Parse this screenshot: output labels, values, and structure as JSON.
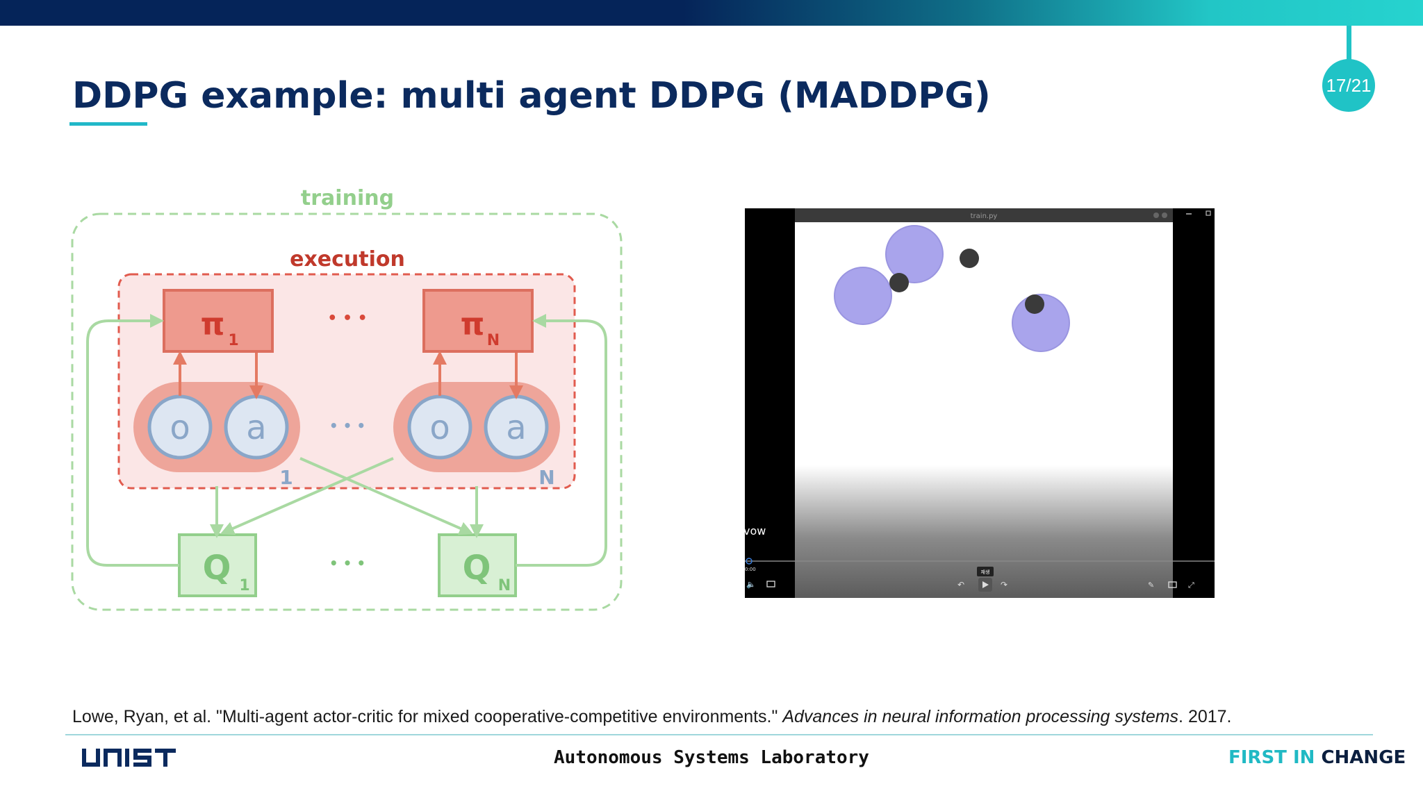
{
  "header": {
    "title": "DDPG example: multi agent DDPG (MADDPG)",
    "page_number": "17/21"
  },
  "diagram": {
    "training_label": "training",
    "execution_label": "execution",
    "policy_symbol": "π",
    "policy_1_sub": "1",
    "policy_n_sub": "N",
    "dots": "• • •",
    "obs_label": "o",
    "act_label": "a",
    "agent_1_index": "1",
    "agent_n_index": "N",
    "critic_symbol": "Q",
    "critic_1_sub": "1",
    "critic_n_sub": "N"
  },
  "video": {
    "window_title": "train.py",
    "overlay_text": "vow",
    "time": "0:00",
    "tooltip": "재생"
  },
  "reference": {
    "text_plain": "Lowe, Ryan, et al. \"Multi-agent actor-critic for mixed cooperative-competitive environments.\" ",
    "text_italic": "Advances in neural information processing systems",
    "text_year": ". 2017."
  },
  "footer": {
    "logo_text": "UNIST",
    "lab_name": "Autonomous Systems Laboratory",
    "slogan_part1": "FIRST IN",
    "slogan_part2": "CHANGE"
  },
  "colors": {
    "navy": "#0b2a5e",
    "teal": "#20c3c6",
    "execution_red": "#c0392b",
    "training_green": "#7fc47a",
    "agent_purple": "#a9a4ec"
  }
}
